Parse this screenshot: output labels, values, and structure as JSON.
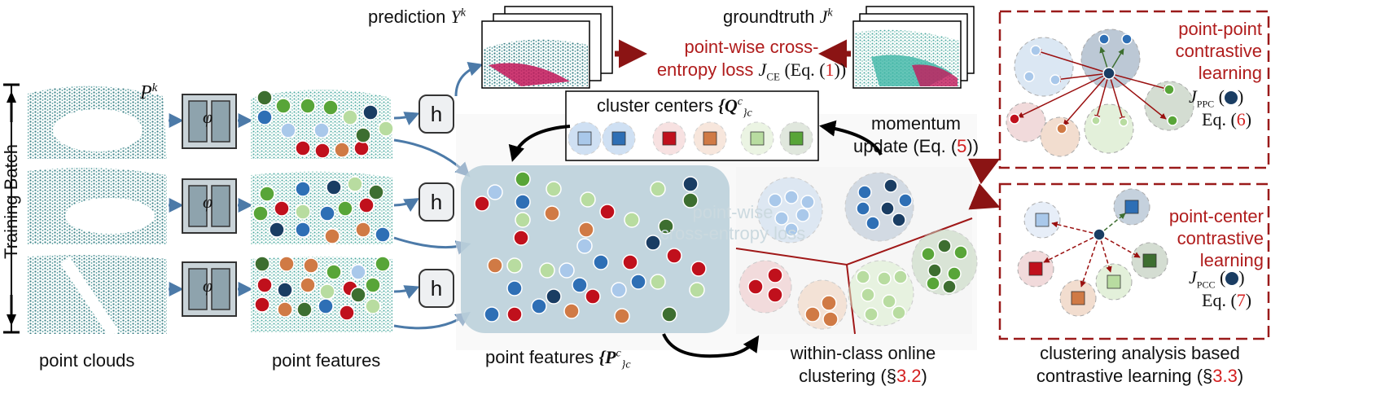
{
  "left": {
    "side_label": "Training Batch",
    "point_clouds_label": "point clouds",
    "point_features_label": "point features",
    "pk_label": "P",
    "pk_sup": "k",
    "encoder_symbol": "φ",
    "head_symbol": "h"
  },
  "top": {
    "prediction_label": "prediction ",
    "prediction_sym": "Y",
    "prediction_sup": "k",
    "groundtruth_label": "groundtruth ",
    "groundtruth_sym": "J",
    "groundtruth_sup": "k",
    "loss_line1": "point-wise cross-",
    "loss_line2": "entropy loss ",
    "loss_sym": "J",
    "loss_sub": "CE",
    "loss_eq": " (Eq. (",
    "loss_eq_num": "1",
    "loss_eq_end": "))"
  },
  "center": {
    "cluster_centers_label": "cluster centers ",
    "cluster_centers_sym": "{Q",
    "cluster_centers_sup": "c",
    "cluster_centers_sub": "}c",
    "momentum_line1": "momentum",
    "momentum_line2": "update (Eq. (",
    "momentum_eq_num": "5",
    "momentum_eq_end": "))",
    "point_features_set_label": "point features ",
    "point_features_set_sym": "{P",
    "point_features_set_sup": "c",
    "point_features_set_sub": "}c",
    "clustering_line1": "within-class online",
    "clustering_line2": "clustering (§",
    "clustering_ref": "3.2",
    "clustering_end": ")",
    "watermark_line1": "point-wise",
    "watermark_line2": "cross-entropy loss"
  },
  "right": {
    "ppc_title": [
      "point-point",
      "contrastive",
      "learning"
    ],
    "ppc_loss_sym": "J",
    "ppc_loss_sub": "PPC",
    "ppc_eq": "Eq. (",
    "ppc_eq_num": "6",
    "ppc_eq_end": ")",
    "pcc_title": [
      "point-center",
      "contrastive",
      "learning"
    ],
    "pcc_loss_sym": "J",
    "pcc_loss_sub": "PCC",
    "pcc_eq": "Eq. (",
    "pcc_eq_num": "7",
    "pcc_eq_end": ")",
    "caption_line1": "clustering analysis based",
    "caption_line2": "contrastive learning (§",
    "caption_ref": "3.3",
    "caption_end": ")"
  },
  "colors": {
    "light_blue": "#a9c8ea",
    "blue": "#2e6fb5",
    "navy": "#1a3d63",
    "red": "#c0101c",
    "orange": "#d07a45",
    "light_green": "#b8dca0",
    "green": "#58a538",
    "dark_green": "#3d6e30",
    "dark_red_border": "#8b1414",
    "arrow_blue": "#4c7aa8"
  }
}
